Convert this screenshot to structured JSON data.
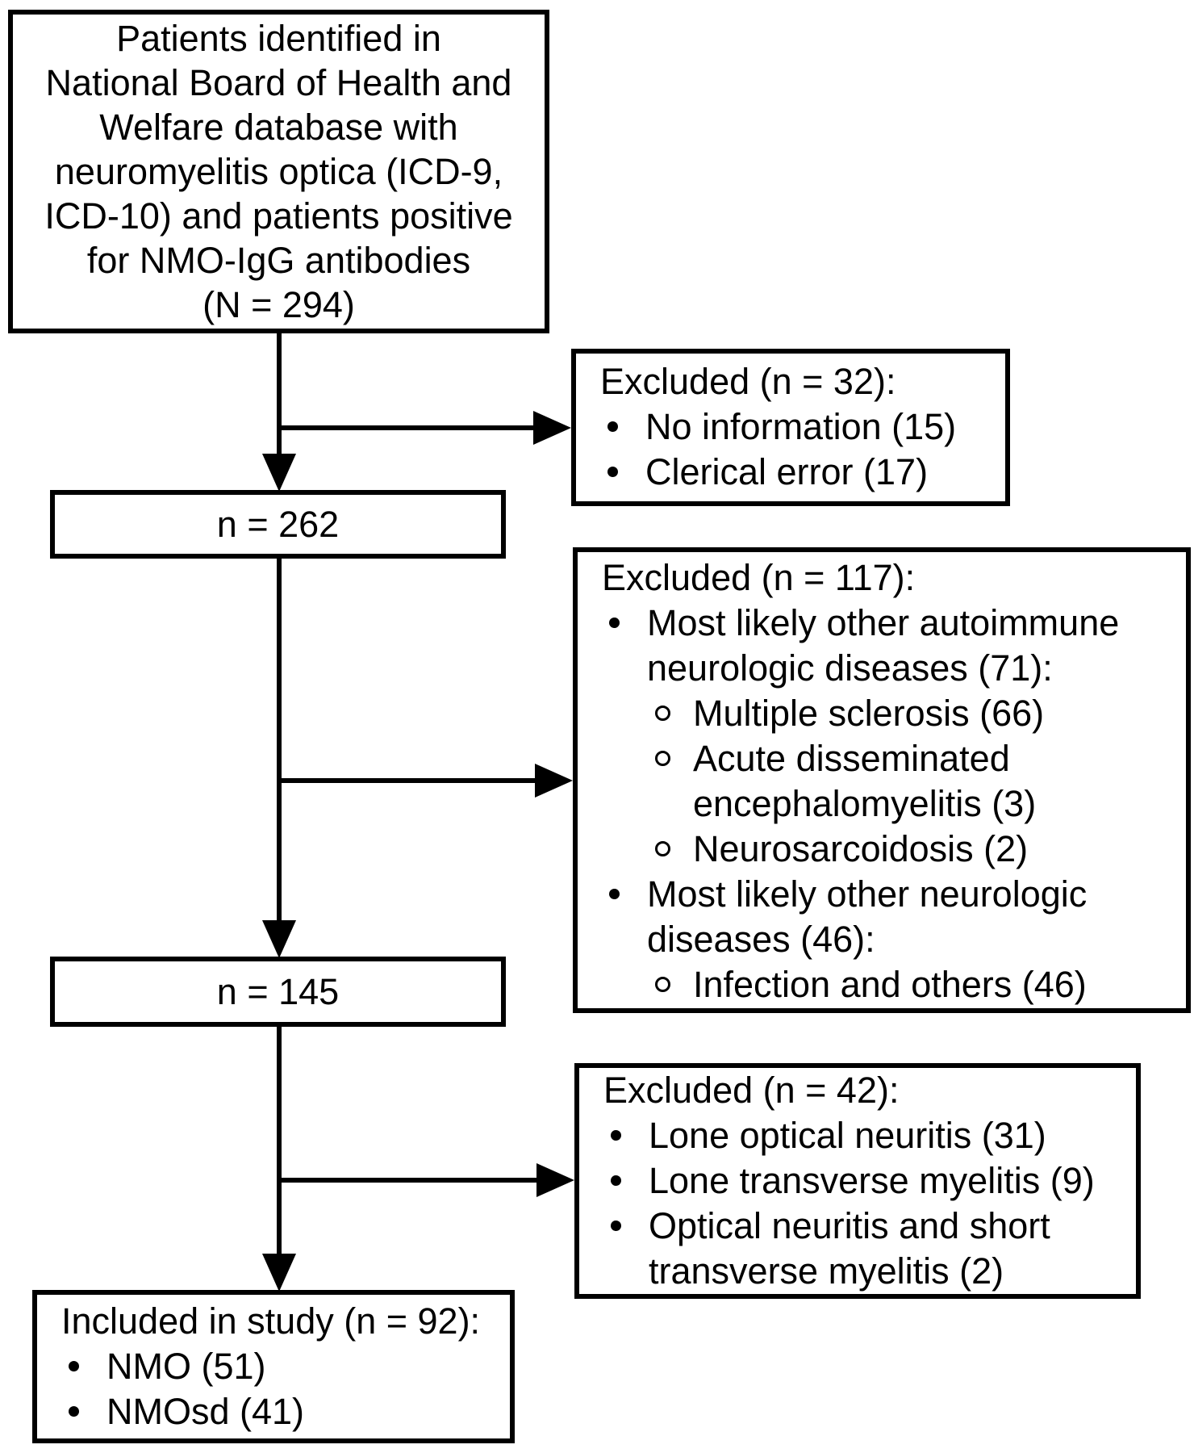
{
  "boxes": {
    "source": {
      "lines": [
        "Patients identified in",
        "National Board of Health and",
        "Welfare database with",
        "neuromyelitis optica (ICD-9,",
        "ICD-10) and patients positive",
        "for NMO-IgG antibodies",
        "(N = 294)"
      ]
    },
    "excluded1": {
      "title": "Excluded (n = 32):",
      "items": [
        "No information (15)",
        "Clerical error (17)"
      ]
    },
    "count262": {
      "label": "n = 262"
    },
    "excluded2": {
      "title": "Excluded (n = 117):",
      "items": [
        {
          "level": 1,
          "text": "Most likely other autoimmune neurologic diseases (71):"
        },
        {
          "level": 2,
          "text": "Multiple sclerosis (66)"
        },
        {
          "level": 2,
          "text": "Acute disseminated encephalomyelitis (3)"
        },
        {
          "level": 2,
          "text": "Neurosarcoidosis (2)"
        },
        {
          "level": 1,
          "text": "Most likely other neurologic diseases (46):"
        },
        {
          "level": 2,
          "text": "Infection and others (46)"
        }
      ]
    },
    "count145": {
      "label": "n = 145"
    },
    "excluded3": {
      "title": "Excluded (n = 42):",
      "items": [
        "Lone optical neuritis (31)",
        "Lone transverse myelitis (9)",
        "Optical neuritis and short transverse myelitis (2)"
      ]
    },
    "included": {
      "title": "Included in study (n = 92):",
      "items": [
        "NMO (51)",
        "NMOsd (41)"
      ]
    }
  },
  "icons": {
    "level1_bullet": "filled-dot",
    "level2_bullet": "open-circle"
  },
  "colors": {
    "line": "#000000",
    "text": "#000000",
    "background": "#ffffff"
  }
}
